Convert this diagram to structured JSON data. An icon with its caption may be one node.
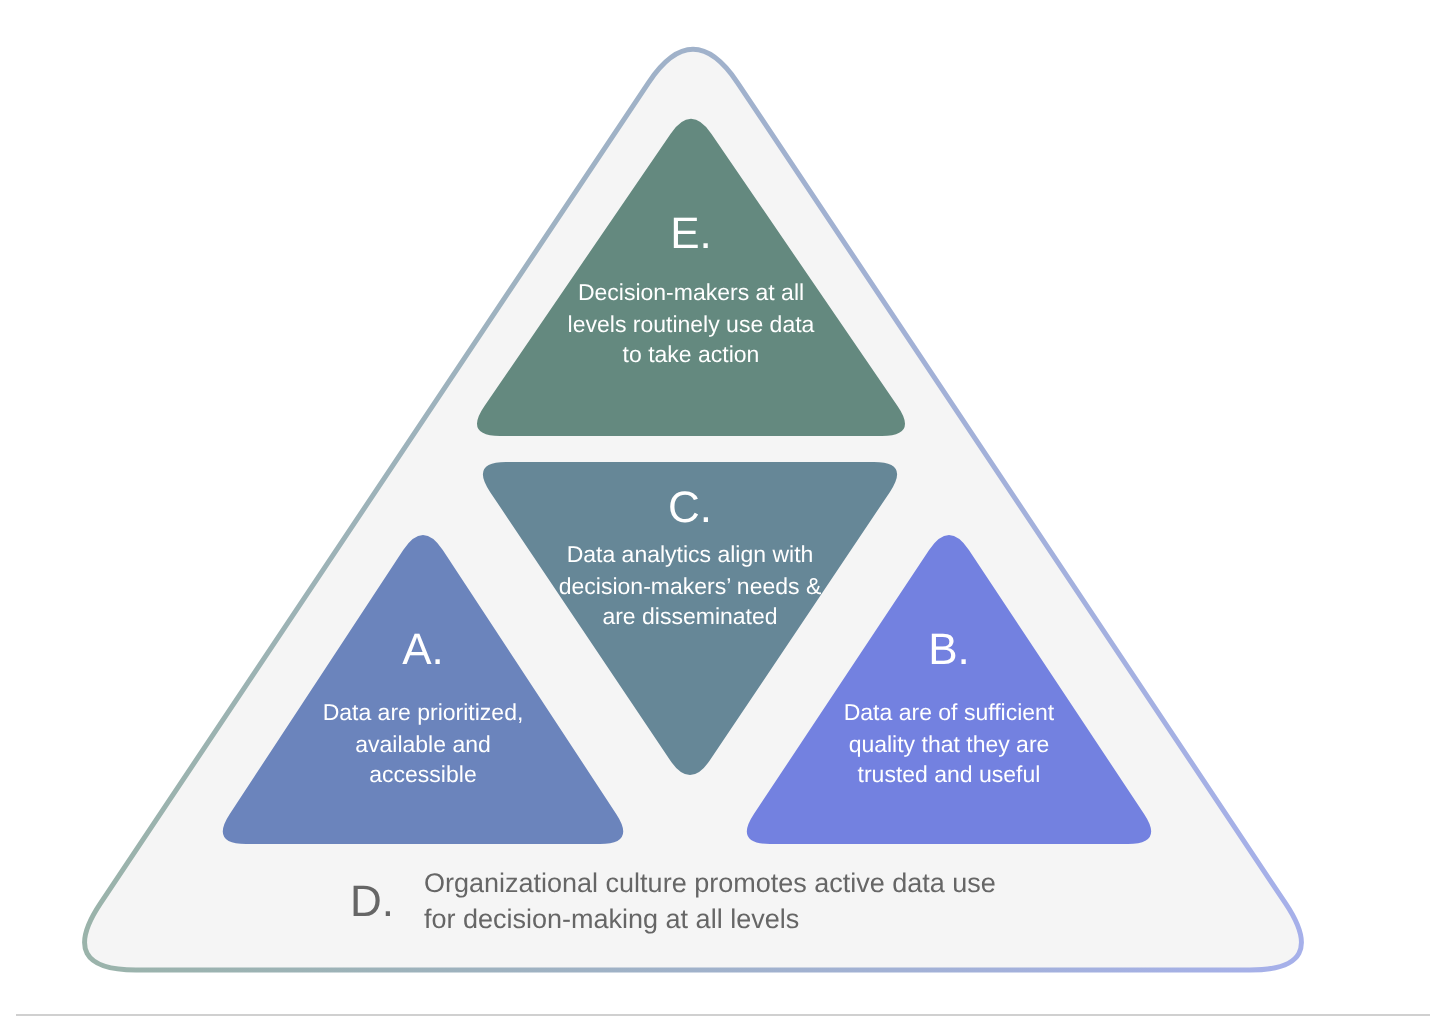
{
  "diagram": {
    "nodes": [
      {
        "text": [
          "D.",
          "Organizational culture promotes active data use for decision-making at all levels"
        ]
      },
      {
        "text": [
          "E.",
          "Decision-makers at all levels routinely use data to take action"
        ],
        "in": 0
      },
      {
        "text": [
          "C.",
          "Data analytics align with decision-makers’ needs & are disseminated"
        ],
        "in": 0
      },
      {
        "text": [
          "A.",
          "Data are prioritized, available and accessible"
        ],
        "in": 0
      },
      {
        "text": [
          "B.",
          "Data are of sufficient quality that they are trusted and useful"
        ],
        "in": 0
      }
    ]
  }
}
